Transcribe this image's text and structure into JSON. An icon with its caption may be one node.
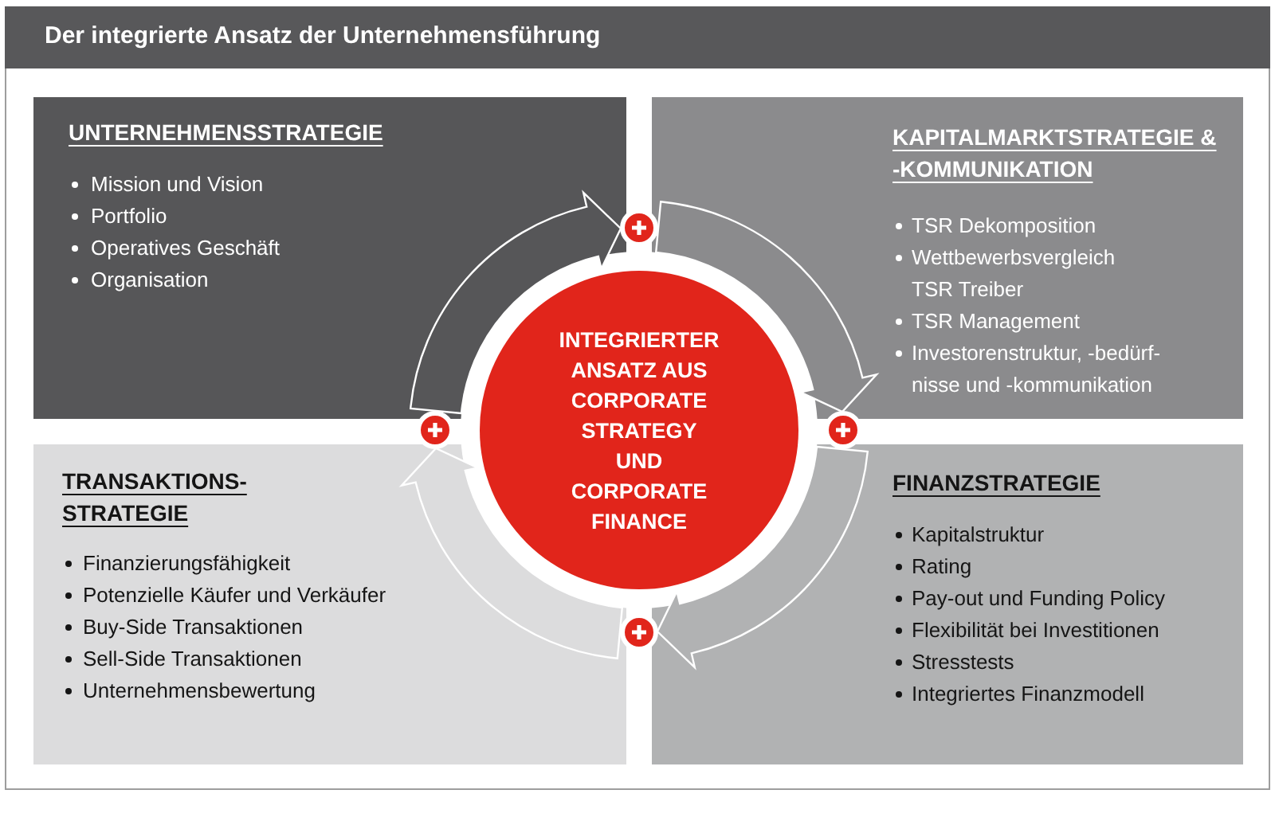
{
  "diagram": {
    "title": "Der integrierte Ansatz der Unternehmensführung",
    "nodes": [
      {
        "text": [
          "UNTERNEHMENSSTRATEGIE",
          "Mission und Vision",
          "Portfolio",
          "Operatives Geschäft",
          "Organisation"
        ]
      },
      {
        "text": [
          "KAPITALMARKTSTRATEGIE & -KOMMUNIKATION",
          "TSR Dekomposition",
          "Wettbewerbsvergleich TSR Treiber",
          "TSR Management",
          "Investorenstruktur, -bedürf- nisse und -kommunikation"
        ]
      },
      {
        "text": [
          "INTEGRIERTER ANSATZ AUS CORPORATE STRATEGY UND CORPORATE FINANCE"
        ]
      },
      {
        "text": [
          "TRANSAKTIONS- STRATEGIE",
          "Finanzierungsfähigkeit",
          "Potenzielle Käufer und Verkäufer",
          "Buy-Side Transaktionen",
          "Sell-Side Transaktionen",
          "Unternehmensbewertung"
        ]
      },
      {
        "text": [
          "FINANZSTRATEGIE",
          "Kapitalstruktur",
          "Rating",
          "Pay-out und Funding Policy",
          "Flexibilität bei Investitionen",
          "Stresstests",
          "Integriertes Finanzmodell"
        ]
      },
      {
        "text": [],
        "shape": "circle"
      },
      {
        "text": [],
        "shape": "circle"
      },
      {
        "text": [],
        "shape": "circle"
      },
      {
        "text": [],
        "shape": "circle"
      }
    ],
    "edges": [
      {
        "from": 6,
        "to": 5,
        "arrow": "to"
      },
      {
        "from": 5,
        "to": 7,
        "arrow": "to"
      },
      {
        "from": 7,
        "to": 8,
        "arrow": "to"
      },
      {
        "from": 8,
        "to": 6,
        "arrow": "to"
      }
    ]
  }
}
